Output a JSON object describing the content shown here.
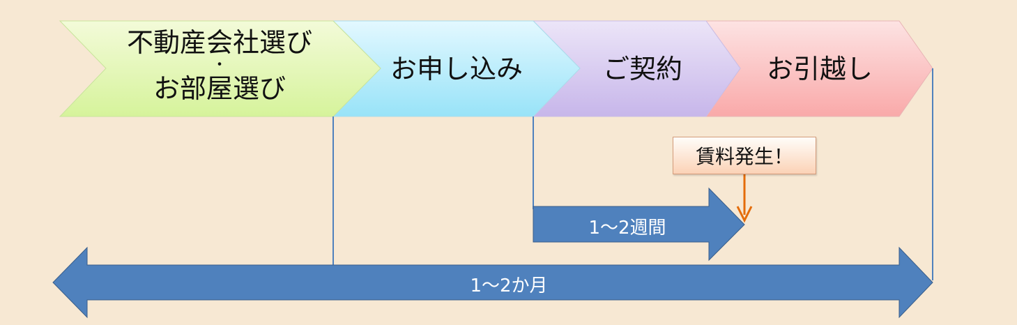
{
  "steps": [
    {
      "line1": "不動産会社選び",
      "dot": "・",
      "line2": "お部屋選び"
    },
    {
      "label": "お申し込み"
    },
    {
      "label": "ご契約"
    },
    {
      "label": "お引越し"
    }
  ],
  "short_period": "1～2週間",
  "long_period": "1～2か月",
  "callout": "賃料発生！",
  "colors": {
    "background": "#f7e8d3",
    "step1": "#e4f7b8",
    "step2": "#bdeefa",
    "step3": "#d8ccf0",
    "step4": "#fbc3c3",
    "arrow": "#4f81bd",
    "guide_line": "#4f81bd",
    "callout_arrow": "#e46c0a"
  }
}
